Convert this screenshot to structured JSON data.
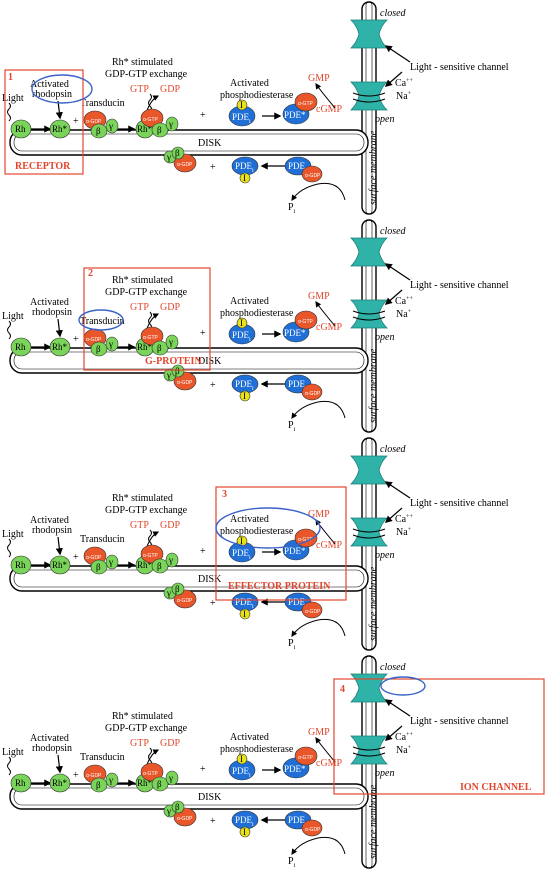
{
  "labels": {
    "closed": "closed",
    "open": "open",
    "light_channel": "Light - sensitive channel",
    "ca": "Ca",
    "ca_sup": "++",
    "na": "Na",
    "na_sup": "+",
    "surface_membrane": "surface membrane",
    "light": "Light",
    "activated_rhodopsin_1": "Activated",
    "activated_rhodopsin_2": "rhodopsin",
    "transducin": "Transducin",
    "exchange_1": "Rh* stimulated",
    "exchange_2": "GDP-GTP exchange",
    "gtp": "GTP",
    "gdp": "GDP",
    "activated_pde_1": "Activated",
    "activated_pde_2": "phosphodiesterase",
    "gmp": "GMP",
    "cgmp": "cGMP",
    "disk": "DISK",
    "rh": "Rh",
    "rh_star": "Rh*",
    "rh_star_short": "Rh*",
    "pde_i": "PDE",
    "pde_i_sub": "i",
    "pde_star": "PDE*",
    "i": "I",
    "pi": "P",
    "pi_sub": "i",
    "beta": "β",
    "gamma": "γ",
    "alpha_gdp": "α-GDP",
    "alpha_gtp": "α-GTP",
    "plus": "+"
  },
  "panels": [
    {
      "number": "1",
      "title": "RECEPTOR"
    },
    {
      "number": "2",
      "title": "G-PROTEIN"
    },
    {
      "number": "3",
      "title": "EFFECTOR PROTEIN"
    },
    {
      "number": "4",
      "title": "ION CHANNEL"
    }
  ],
  "colors": {
    "accent_red": "#e2462e",
    "teal": "#2fb3a8",
    "green": "#7ad45a",
    "blue": "#1f6fd6",
    "orange": "#e8562a",
    "yellow": "#e8e21a",
    "highlight_blue": "#3a63c9"
  }
}
